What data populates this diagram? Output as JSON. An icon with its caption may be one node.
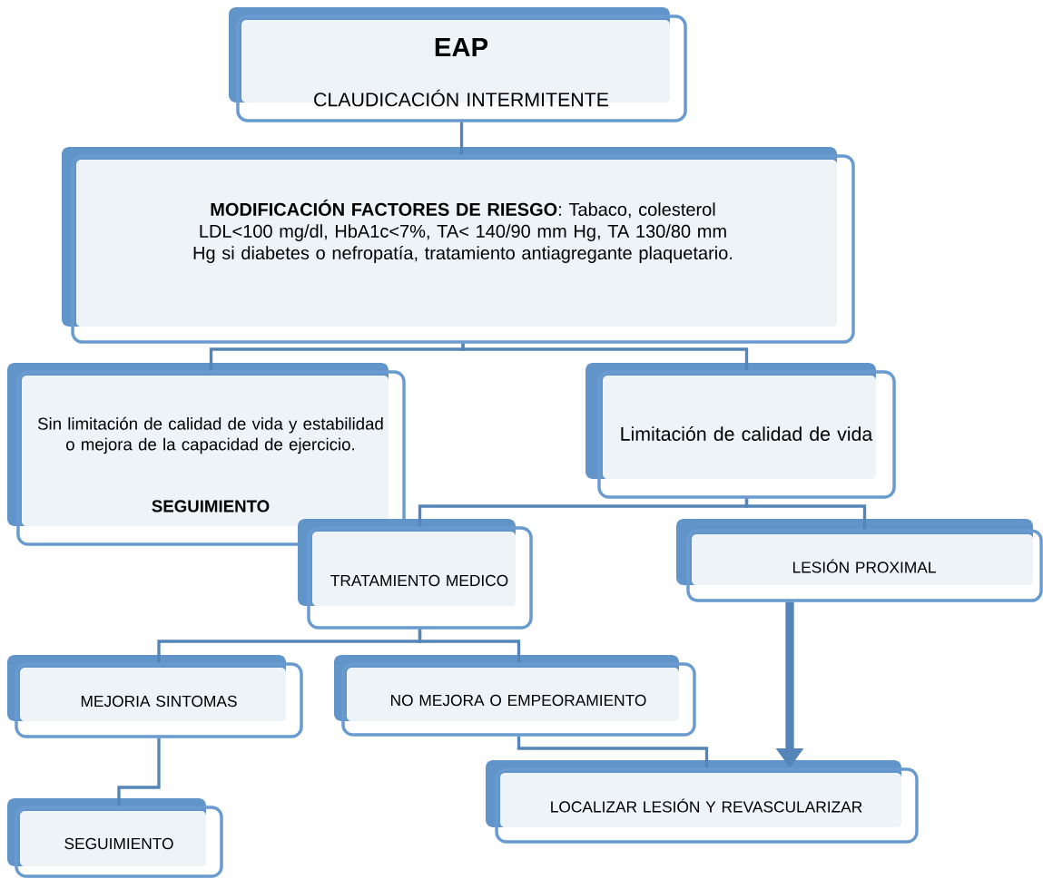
{
  "diagram": {
    "nodes": [
      {
        "text": [
          "EAP",
          "CLAUDICACIÓN INTERMITENTE"
        ]
      },
      {
        "text": [
          "**MODIFICACIÓN FACTORES DE RIESGO**: Tabaco, colesterol LDL<100 mg/dl, HbA1c<7%, TA< 140/90 mm Hg, TA 130/80 mm Hg si diabetes o nefropatía, tratamiento antiagregante plaquetario."
        ]
      },
      {
        "text": [
          "Sin limitación de calidad de vida y estabilidad o mejora de la capacidad de ejercicio.",
          "SEGUIMIENTO"
        ]
      },
      {
        "text": [
          "Limitación de calidad de vida"
        ]
      },
      {
        "text": [
          "TRATAMIENTO MEDICO"
        ]
      },
      {
        "text": [
          "LESIÓN PROXIMAL"
        ]
      },
      {
        "text": [
          "MEJORIA SINTOMAS"
        ]
      },
      {
        "text": [
          "NO MEJORA O EMPEORAMIENTO"
        ]
      },
      {
        "text": [
          "SEGUIMIENTO"
        ]
      },
      {
        "text": [
          "LOCALIZAR LESIÓN Y REVASCULARIZAR"
        ]
      }
    ],
    "edges": [
      {
        "from": 0,
        "to": 1,
        "arrow": "none"
      },
      {
        "from": 1,
        "to": 2,
        "arrow": "none"
      },
      {
        "from": 1,
        "to": 3,
        "arrow": "none"
      },
      {
        "from": 3,
        "to": 4,
        "arrow": "none"
      },
      {
        "from": 3,
        "to": 5,
        "arrow": "none"
      },
      {
        "from": 4,
        "to": 6,
        "arrow": "none"
      },
      {
        "from": 4,
        "to": 7,
        "arrow": "none"
      },
      {
        "from": 6,
        "to": 8,
        "arrow": "none"
      },
      {
        "from": 7,
        "to": 9,
        "arrow": "none"
      },
      {
        "from": 5,
        "to": 9,
        "arrow": "to",
        "style": "thick"
      }
    ]
  }
}
